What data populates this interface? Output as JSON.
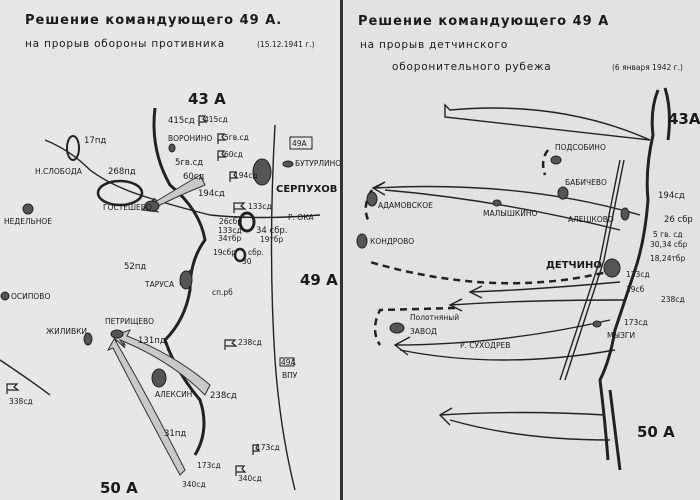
{
  "left_map": {
    "title": "Решение командующего 49 А.",
    "subtitle": "на прорыв обороны противника",
    "date": "(15.12.1941 г.)",
    "armies": {
      "north": "43 А",
      "east": "49 А",
      "south": "50 А",
      "hq_box": "49А",
      "vpu_box": "49А",
      "vpu": "ВПУ"
    },
    "places": {
      "voronino": "ВОРОНИНО",
      "serpukhov": "СЕРПУХОВ",
      "buturlino": "БУТУРЛИНО",
      "n_sloboda": "Н.СЛОБОДА",
      "gosteshevo": "ГОСТЕШЕВО",
      "nedelnoe": "НЕДЕЛЬНОЕ",
      "tarusa": "ТАРУСА",
      "osipovo": "ОСИПОВО",
      "zhilivki": "ЖИЛИВКИ",
      "petrishchevo": "ПЕТРИЩЕВО",
      "aleksin": "АЛЕКСИН",
      "river_oka": "Р. ОКА"
    },
    "units": {
      "u415": "415сд",
      "f415": "415сд",
      "f5gv": "5гв.сд",
      "f60": "60сд",
      "u5gv": "5гв.сд",
      "u60": "60сд",
      "f194": "194сд",
      "u194": "194сд",
      "p17": "17пд",
      "p268": "268пд",
      "f133": "133сд",
      "u26": "26сбр",
      "u133": "133сд",
      "u34t": "34тбр",
      "u34s": "34 сбр.",
      "u19t": "19тбр",
      "u19s": "19сбр",
      "us": "сбр.",
      "u30": "30",
      "p52": "52пд",
      "sprb": "сп.рб",
      "p131": "131пд",
      "f238": "238сд",
      "u238": "238сд",
      "f338": "338сд",
      "p31": "31пд",
      "u173": "173сд",
      "f173": "173сд",
      "f340": "340сд",
      "u340": "340сд"
    }
  },
  "right_map": {
    "title": "Решение командующего 49 А",
    "subtitle_1": "на прорыв детчинского",
    "subtitle_2": "оборонительного рубежа",
    "date": "(6 января 1942 г.)",
    "armies": {
      "north": "43А",
      "south": "50 А"
    },
    "places": {
      "podsobino": "ПОДСОБИНО",
      "babichevo": "БАБИЧЕВО",
      "adamovskoe": "АДАМОВСКОЕ",
      "malyshkino": "МАЛЫШКИНО",
      "aleshkovo": "АЛЕШКОВО",
      "kondrovo": "КОНДРОВО",
      "detchino": "ДЕТЧИНО",
      "polotnyany_1": "Полотняный",
      "polotnyany_2": "ЗАВОД",
      "myzgi": "МЫЗГИ",
      "river": "Р. СУХОДРЕВ"
    },
    "units": {
      "u194": "194сд",
      "u26": "26 сбр",
      "u5gv": "5 гв. сд",
      "u3034": "30,34 сбр",
      "u1824": "18,24тбр",
      "u133": "133сд",
      "u19": "19сб",
      "u238": "238сд",
      "u173": "173сд"
    }
  },
  "colors": {
    "paper": "#e4e4e4",
    "ink": "#1a1a1a",
    "divider": "#333333"
  }
}
